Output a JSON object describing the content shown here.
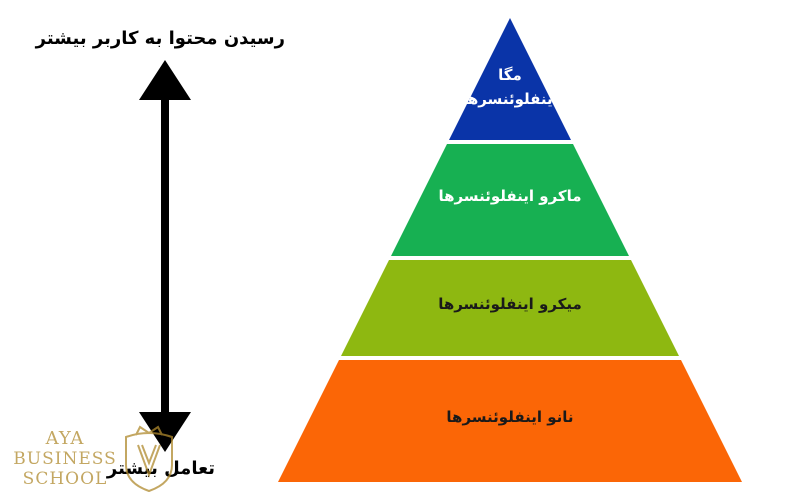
{
  "top_label": "رسیدن محتوا به کاربر بیشتر",
  "bottom_label": "تعامل بیشتر",
  "colors": {
    "arrow": "#000000",
    "watermark": "#b08a2e"
  },
  "tiers": [
    {
      "lines": [
        "مگا",
        "اینفلوئنسرها"
      ],
      "color": "#0a34a8",
      "text_color": "#ffffff",
      "icon": ""
    },
    {
      "lines": [
        "ماکرو اینفلوئنسرها"
      ],
      "color": "#17b052",
      "text_color": "#ffffff",
      "icon": ""
    },
    {
      "lines": [
        "میکرو اینفلوئنسرها"
      ],
      "color": "#8eb811",
      "text_color": "#1a1a1a",
      "icon": ""
    },
    {
      "lines": [
        "نانو اینفلوئنسرها"
      ],
      "color": "#fb6606",
      "text_color": "#1a1a1a",
      "icon": ""
    }
  ],
  "watermark": {
    "line1": "AYA",
    "line2": "BUSINESS",
    "line3": "SCHOOL",
    "icon": "crown-shield-logo-icon"
  }
}
